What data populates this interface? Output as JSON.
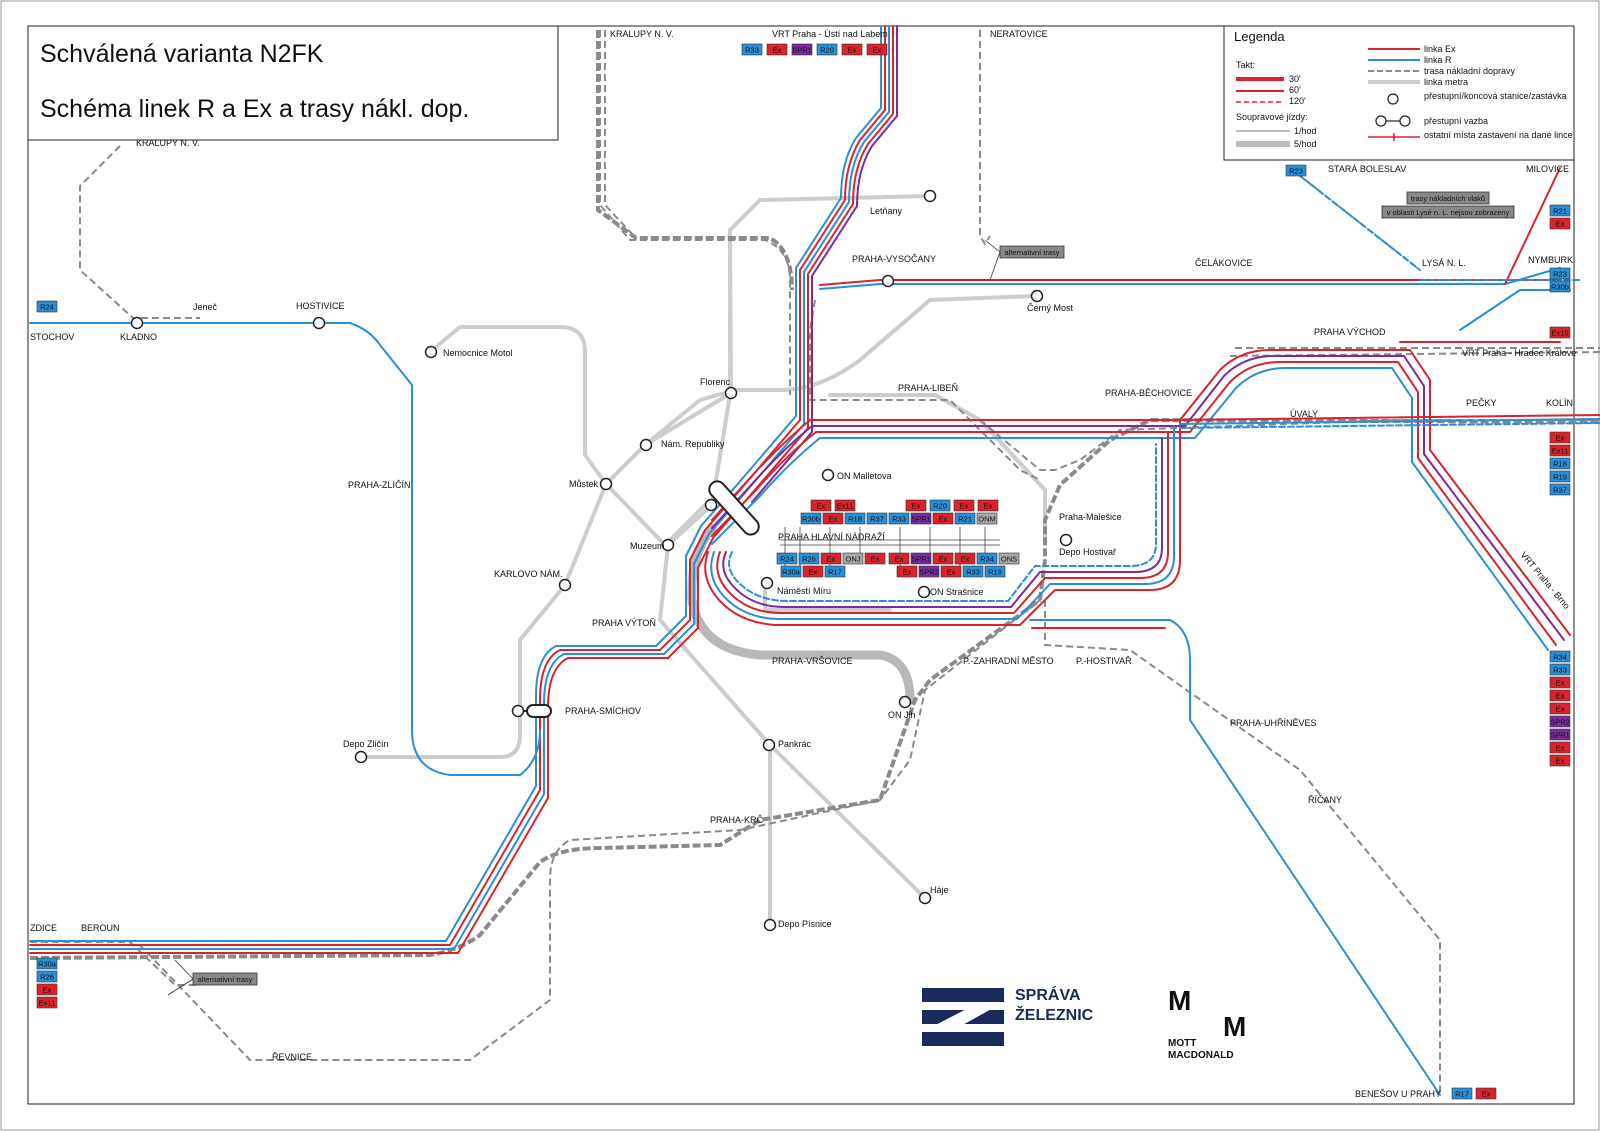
{
  "title": {
    "line1": "Schválená varianta N2FK",
    "line2": "Schéma linek R a Ex a trasy nákl. dop."
  },
  "colors": {
    "ex": "#d9232d",
    "r": "#2a8fd6",
    "metro": "#c8c8c8",
    "freight": "#8a8a8a",
    "purple": "#7a2b9e",
    "dark": "#555555",
    "logo_navy": "#1a2a5a"
  },
  "legend": {
    "title": "Legenda",
    "takt_label": "Takt:",
    "takt": [
      "30'",
      "60'",
      "120'"
    ],
    "souprav_label": "Soupravové jízdy:",
    "souprav": [
      "1/hod",
      "5/hod"
    ],
    "items": [
      "linka Ex",
      "linka R",
      "trasa nákladní dopravy",
      "linka metra",
      "přestupní/koncová stanice/zastávka",
      "přestupní vazba",
      "ostatní místa zastavení na dané lince"
    ]
  },
  "stations": [
    {
      "id": "kralupy-nv-left",
      "label": "KRALUPY N. V."
    },
    {
      "id": "kralupy-nv-top",
      "label": "KRALUPY N. V."
    },
    {
      "id": "vrt-usti",
      "label": "VRT Praha - Ústí nad Labem"
    },
    {
      "id": "neratovice",
      "label": "NERATOVICE"
    },
    {
      "id": "stochov",
      "label": "STOCHOV"
    },
    {
      "id": "kladno",
      "label": "KLADNO"
    },
    {
      "id": "jenec",
      "label": "Jeneč"
    },
    {
      "id": "hostivice",
      "label": "HOSTIVICE"
    },
    {
      "id": "nemocnice-motol",
      "label": "Nemocnice Motol"
    },
    {
      "id": "praha-zlicin",
      "label": "PRAHA-ZLIČÍN"
    },
    {
      "id": "letnany",
      "label": "Letňany"
    },
    {
      "id": "praha-vysocany",
      "label": "PRAHA-VYSOČANY"
    },
    {
      "id": "cerny-most",
      "label": "Černý Most"
    },
    {
      "id": "celakovice",
      "label": "ČELÁKOVICE"
    },
    {
      "id": "stara-boleslav",
      "label": "STARÁ BOLESLAV"
    },
    {
      "id": "milovice",
      "label": "MILOVICE"
    },
    {
      "id": "lysa",
      "label": "LYSÁ N. L."
    },
    {
      "id": "nymburk",
      "label": "NYMBURK"
    },
    {
      "id": "praha-vychod",
      "label": "PRAHA VÝCHOD"
    },
    {
      "id": "vrt-hradec",
      "label": "VRT Praha - Hradec Králové"
    },
    {
      "id": "florenc",
      "label": "Florenc"
    },
    {
      "id": "praha-liben",
      "label": "PRAHA-LIBEŇ"
    },
    {
      "id": "praha-bechovice",
      "label": "PRAHA-BĚCHOVICE"
    },
    {
      "id": "pecky",
      "label": "PEČKY"
    },
    {
      "id": "kolin",
      "label": "KOLÍN"
    },
    {
      "id": "uvaly",
      "label": "ÚVALY"
    },
    {
      "id": "nam-republiky",
      "label": "Nám. Republiky"
    },
    {
      "id": "mustek",
      "label": "Můstek"
    },
    {
      "id": "on-malletova",
      "label": "ON Malletova"
    },
    {
      "id": "muzeum",
      "label": "Muzeum"
    },
    {
      "id": "praha-hl-n",
      "label": "PRAHA HLAVNÍ NÁDRAŽÍ"
    },
    {
      "id": "praha-malesice",
      "label": "Praha-Malešice"
    },
    {
      "id": "depo-hostivar",
      "label": "Depo Hostivař"
    },
    {
      "id": "karlovo-nam",
      "label": "KARLOVO NÁM."
    },
    {
      "id": "namesti-miru",
      "label": "Náměstí Míru"
    },
    {
      "id": "on-strasnice",
      "label": "ON Strašnice"
    },
    {
      "id": "vrt-brno",
      "label": "VRT Praha - Brno"
    },
    {
      "id": "praha-vyton",
      "label": "PRAHA VÝTOŇ"
    },
    {
      "id": "praha-vrsovice",
      "label": "PRAHA-VRŠOVICE"
    },
    {
      "id": "p-zahradni-mesto",
      "label": "P.-ZAHRADNÍ MĚSTO"
    },
    {
      "id": "p-hostivar",
      "label": "P.-HOSTIVAŘ"
    },
    {
      "id": "praha-smichov",
      "label": "PRAHA-SMÍCHOV"
    },
    {
      "id": "on-jih",
      "label": "ON Jih"
    },
    {
      "id": "praha-uhrineves",
      "label": "PRAHA-UHŘÍNĚVES"
    },
    {
      "id": "depo-zlicin",
      "label": "Depo Zličín"
    },
    {
      "id": "pankrac",
      "label": "Pankrác"
    },
    {
      "id": "ricany",
      "label": "ŘÍČANY"
    },
    {
      "id": "praha-krc",
      "label": "PRAHA-KRČ"
    },
    {
      "id": "haje",
      "label": "Háje"
    },
    {
      "id": "depo-pisnice",
      "label": "Depo Písnice"
    },
    {
      "id": "zdice",
      "label": "ZDICE"
    },
    {
      "id": "beroun",
      "label": "BEROUN"
    },
    {
      "id": "revnice",
      "label": "ŘEVNICE"
    },
    {
      "id": "benesov",
      "label": "BENEŠOV U PRAHY"
    }
  ],
  "notes": {
    "alt_north": "alternativní trasy",
    "alt_sw": "alternativní trasy",
    "freight_note_1": "trasy nákladních vlaků",
    "freight_note_2": "v oblasti Lysé n. L. nejsou zobrazeny"
  },
  "line_tags": {
    "top": [
      "R33",
      "Ex",
      "SPR1",
      "R20",
      "Ex",
      "Ex"
    ],
    "stochov": [
      "R24"
    ],
    "stara_boleslav": [
      "R23"
    ],
    "milovice": [
      "R21",
      "Ex"
    ],
    "nymburk": [
      "R23",
      "R30b"
    ],
    "vychod": [
      "Ex10"
    ],
    "kolin": [
      "Ex",
      "Ex11",
      "R18",
      "R19",
      "R37"
    ],
    "brno": [
      "R34",
      "R33",
      "Ex",
      "Ex",
      "Ex",
      "SPR2",
      "SPR1",
      "Ex",
      "Ex"
    ],
    "zdice": [
      "R30a",
      "R26",
      "Ex",
      "Ex11"
    ],
    "benesov": [
      "R17",
      "Ex"
    ],
    "hln_row1_left": [
      "Ex",
      "Ex11"
    ],
    "hln_row1_right": [
      "Ex",
      "R20",
      "Ex",
      "Ex"
    ],
    "hln_row2_left": [
      "R30b",
      "Ex",
      "R18",
      "R37"
    ],
    "hln_row2_right": [
      "R33",
      "SPR1",
      "Ex",
      "R21",
      "ONM"
    ],
    "hln_row3_left": [
      "R24",
      "R26",
      "Ex",
      "ONJ",
      "Ex"
    ],
    "hln_row3_right": [
      "Ex",
      "SPR1",
      "Ex",
      "Ex",
      "R34",
      "ONS"
    ],
    "hln_row4_left": [
      "R30a",
      "Ex",
      "R17"
    ],
    "hln_row4_right": [
      "Ex",
      "SPR2",
      "Ex",
      "R33",
      "R19"
    ]
  },
  "logos": {
    "sz_line1": "SPRÁVA",
    "sz_line2": "ŽELEZNIC",
    "mm_line1": "MOTT",
    "mm_line2": "MACDONALD",
    "mm_letter": "M"
  }
}
